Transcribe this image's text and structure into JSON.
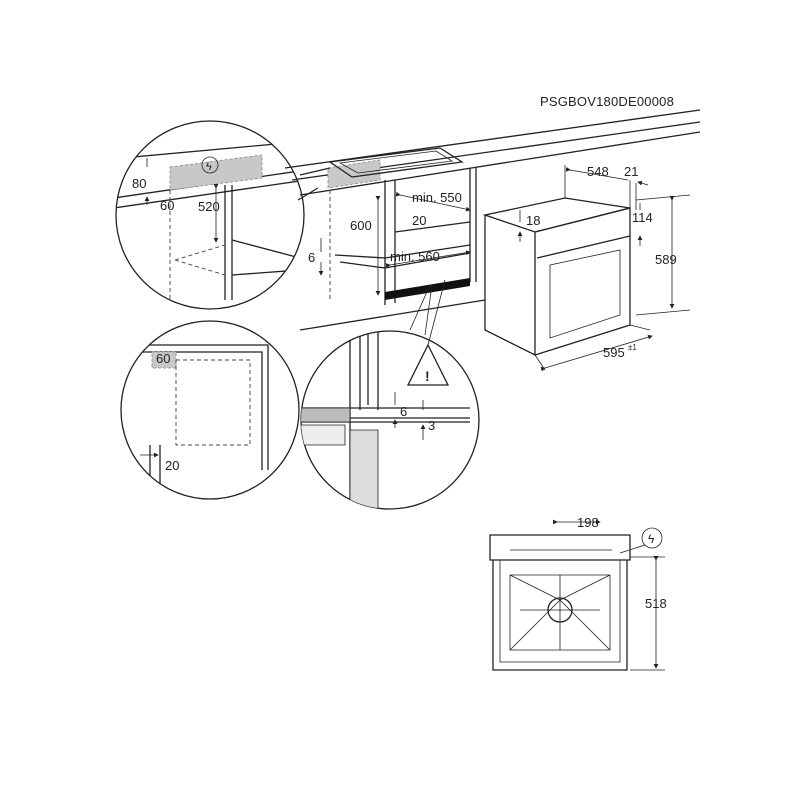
{
  "title": "PSGBOV180DE00008",
  "colors": {
    "line": "#222222",
    "shade": "#c8c8c8"
  },
  "icons": [
    "electric-connection-icon",
    "warning-triangle-icon"
  ],
  "detail_socket": {
    "d80": "80",
    "d60": "60",
    "d520": "520"
  },
  "cabinet": {
    "d600": "600",
    "min550": "min. 550",
    "d20": "20",
    "d6": "6",
    "min560": "min. 560"
  },
  "oven_front": {
    "d548": "548",
    "d21": "21",
    "d18": "18",
    "d114": "114",
    "d589": "589",
    "d595": "595",
    "tol": "±1"
  },
  "detail_corner": {
    "d60": "60",
    "d20": "20"
  },
  "detail_gap": {
    "d6": "6",
    "d3": "3"
  },
  "oven_rear": {
    "d198": "198",
    "d518": "518"
  }
}
